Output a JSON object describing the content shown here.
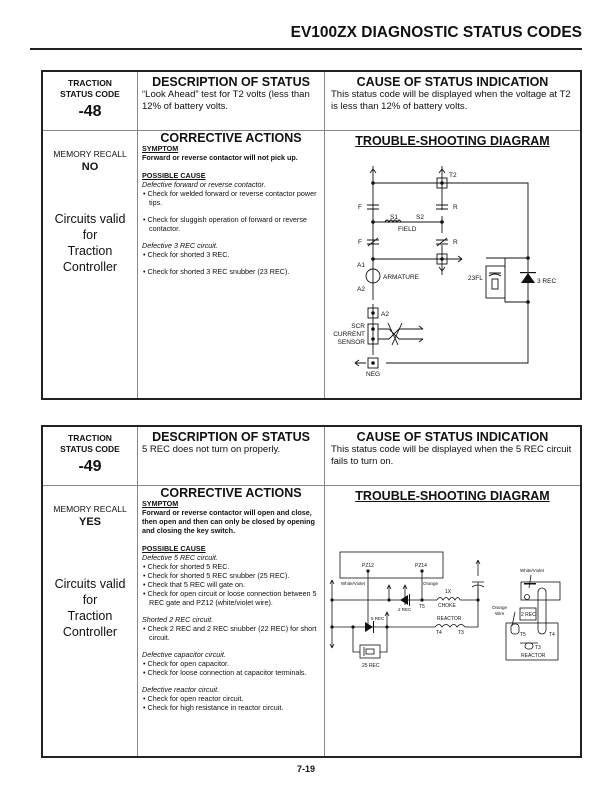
{
  "page_title": "EV100ZX DIAGNOSTIC STATUS CODES",
  "page_number": "7-19",
  "sections": [
    {
      "code_label_1": "TRACTION",
      "code_label_2": "STATUS CODE",
      "code": "-48",
      "desc_header": "DESCRIPTION OF STATUS",
      "desc": "“Look Ahead” test for T2 volts (less than 12% of battery volts.",
      "cause_header": "CAUSE OF STATUS INDICATION",
      "cause": "This status code will be displayed when the voltage at T2 is less than 12% of battery volts.",
      "memory_label": "MEMORY RECALL",
      "memory_value": "NO",
      "circuits": [
        "Circuits valid",
        "for",
        "Traction",
        "Controller"
      ],
      "ca_header": "CORRECTIVE ACTIONS",
      "symptom_label": "SYMPTOM",
      "symptom": "Forward or reverse contactor will not pick up.",
      "cause_label": "POSSIBLE CAUSE",
      "groups": [
        {
          "title": "Defective forward or reverse contactor.",
          "items": [
            "Check for welded forward or reverse contactor power tips.",
            "Check for sluggish operation of forward or reverse contactor."
          ]
        },
        {
          "title": "Defective 3 REC circuit.",
          "items": [
            "Check for shorted 3 REC.",
            "Check for shorted 3 REC snubber (23 REC)."
          ]
        }
      ],
      "diagram_header": "TROUBLE-SHOOTING DIAGRAM",
      "diagram_labels": {
        "t2": "T2",
        "f1": "F",
        "r1": "R",
        "s1": "S1",
        "s2": "S2",
        "field": "FIELD",
        "f2": "F",
        "r2": "R",
        "a1": "A1",
        "armature": "ARMATURE",
        "a2": "A2",
        "a2box": "A2",
        "fl": "23FL",
        "rec3": "3 REC",
        "scr1": "SCR",
        "scr2": "CURRENT",
        "scr3": "SENSOR",
        "neg": "NEG"
      }
    },
    {
      "code_label_1": "TRACTION",
      "code_label_2": "STATUS CODE",
      "code": "-49",
      "desc_header": "DESCRIPTION OF STATUS",
      "desc": "5 REC does not turn on properly.",
      "cause_header": "CAUSE OF STATUS INDICATION",
      "cause": "This status code will be displayed when the 5 REC circuit fails to turn on.",
      "memory_label": "MEMORY RECALL",
      "memory_value": "YES",
      "circuits": [
        "Circuits valid",
        "for",
        "Traction",
        "Controller"
      ],
      "ca_header": "CORRECTIVE ACTIONS",
      "symptom_label": "SYMPTOM",
      "symptom": "Forward or reverse contactor will open and close, then open and then can only be closed by opening and closing the key switch.",
      "cause_label": "POSSIBLE CAUSE",
      "groups": [
        {
          "title": "Defective 5 REC circuit.",
          "items": [
            "Check for shorted 5 REC.",
            "Check for shorted 5 REC snubber (25 REC).",
            "Check that 5 REC will gate on.",
            "Check for open circuit or loose connection between 5 REC gate and PZ12 (white/violet wire)."
          ]
        },
        {
          "title": "Shorted 2 REC circuit.",
          "items": [
            "Check 2 REC and 2 REC snubber (22 REC) for short circuit."
          ]
        },
        {
          "title": "Defective capacitor circuit.",
          "items": [
            "Check for open capacitor.",
            "Check for loose connection at capacitor terminals."
          ]
        },
        {
          "title": "Defective reactor circuit.",
          "items": [
            "Check for open reactor circuit.",
            "Check for high resistance in reactor circuit."
          ]
        }
      ],
      "diagram_header": "TROUBLE-SHOOTING DIAGRAM",
      "diagram_labels": {
        "pz12": "PZ12",
        "pz14": "PZ14",
        "wv": "White/Violet",
        "orange": "Orange",
        "rec2": "2 REC",
        "t5": "T5",
        "x1": "1X",
        "choke": "CHOKE",
        "rec5": "5 REC",
        "reactor": "REACTOR",
        "t4": "T4",
        "t3": "T3",
        "rec25": "25 REC",
        "wv2": "White/Violet",
        "ow1": "Orange",
        "ow2": "Wire",
        "rec2b": "2 REC",
        "t5b": "T5",
        "t4b": "T4",
        "t3b": "T3",
        "reactorb": "REACTOR"
      }
    }
  ]
}
